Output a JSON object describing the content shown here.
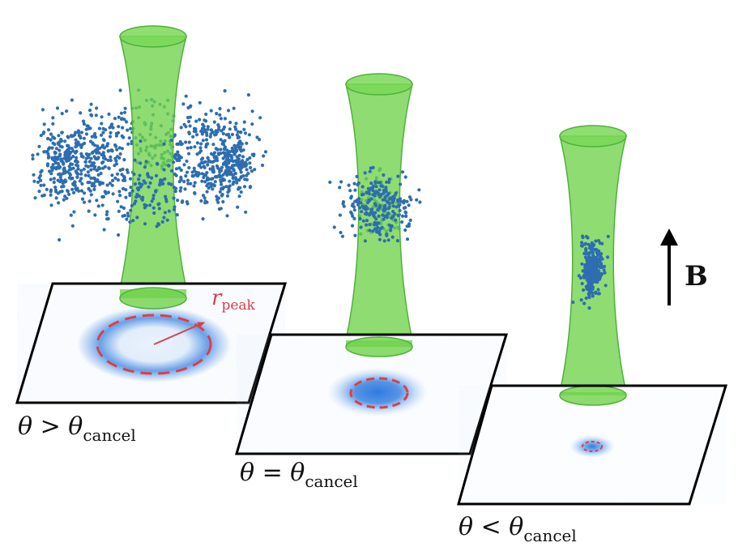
{
  "labels": {
    "rpeak_symbol": "r",
    "rpeak_sub": "peak",
    "b_field": "B",
    "panel_gt_rel": "θ > θ",
    "panel_eq_rel": "θ = θ",
    "panel_lt_rel": "θ < θ",
    "cancel_sub": "cancel"
  },
  "colors": {
    "beam_fill": "#6fd24a",
    "beam_stroke": "#4fb13a",
    "atoms": "#2e6db0",
    "density": "#3a82e0",
    "dashed_circle": "#d9404a",
    "arrow_black": "#000000"
  },
  "icons": {
    "b_arrow": "up-arrow-icon"
  }
}
